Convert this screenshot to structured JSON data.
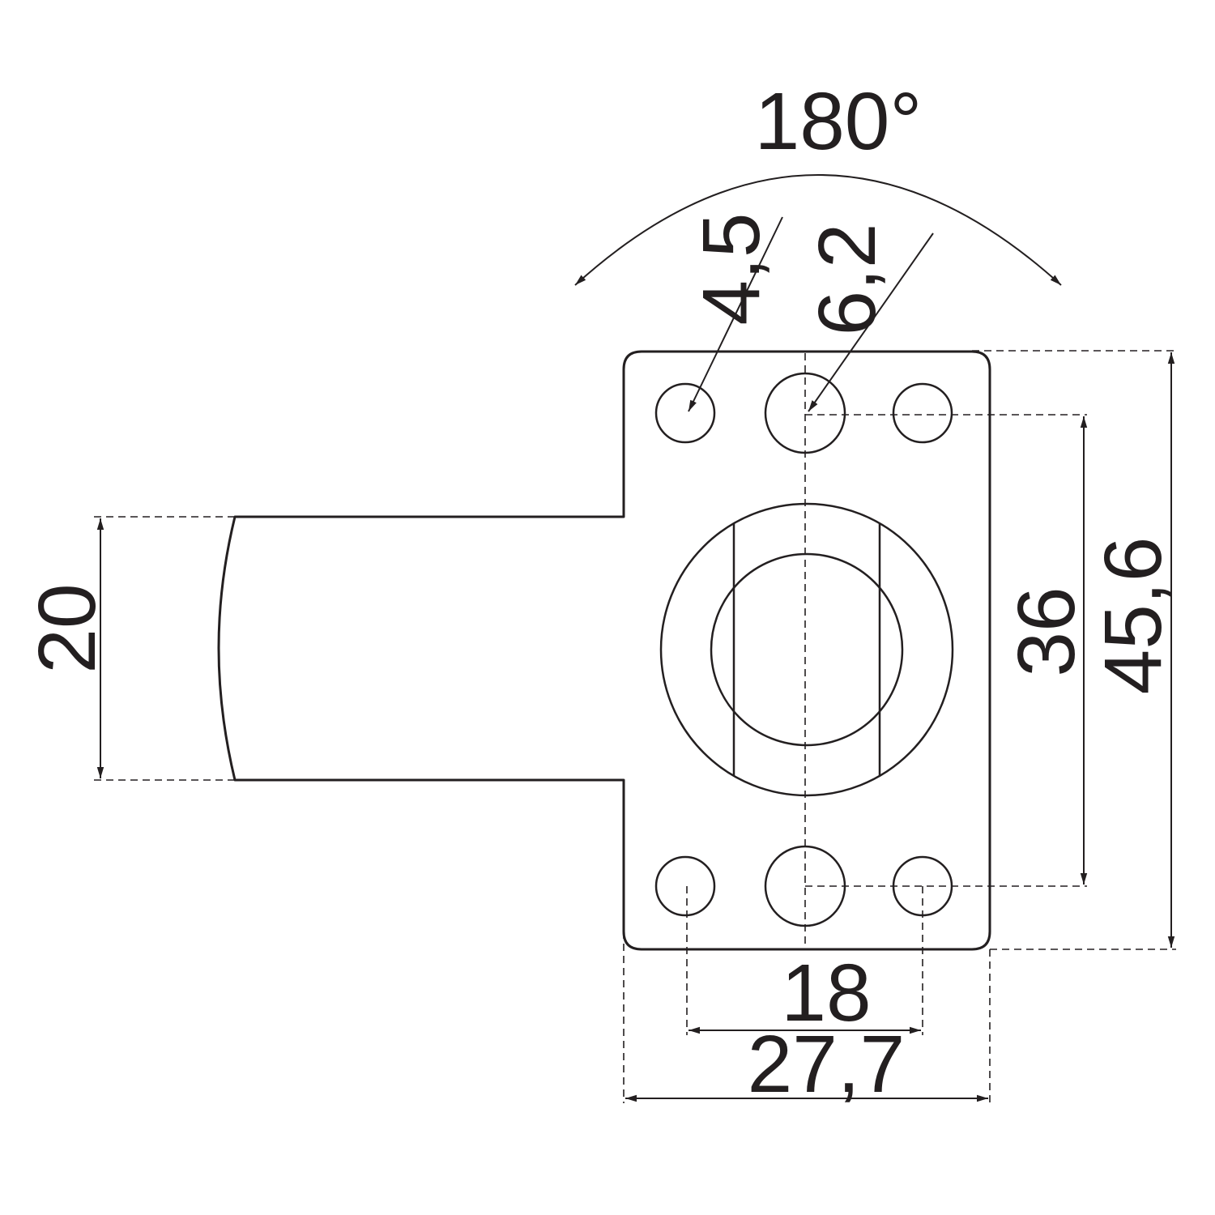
{
  "dimensions": {
    "rotation_angle": "180°",
    "small_hole_diameter": "4,5",
    "large_hole_diameter": "6,2",
    "arm_width": "20",
    "hole_pitch_vertical": "36",
    "plate_height": "45,6",
    "hole_pitch_horizontal": "18",
    "plate_width": "27,7"
  }
}
